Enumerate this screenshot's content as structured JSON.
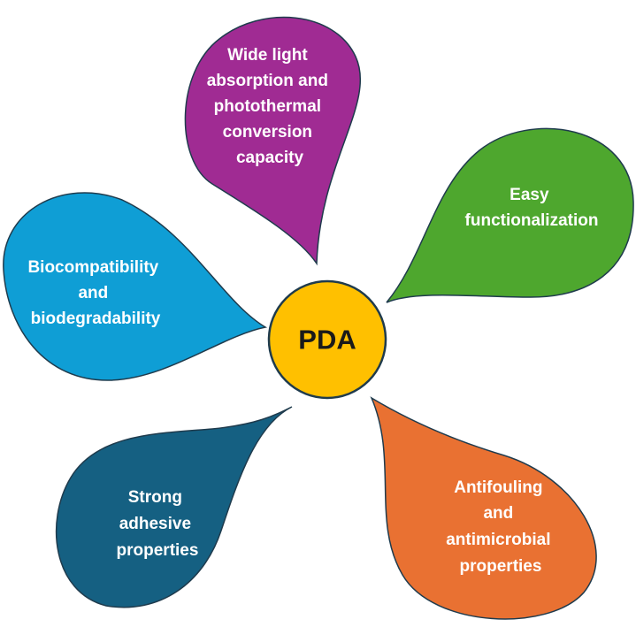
{
  "center": {
    "label": "PDA",
    "color": "#ffc000"
  },
  "petals": [
    {
      "id": "light-absorption",
      "color": "#a02b93",
      "lines": [
        "Wide light",
        "absorption and",
        "photothermal",
        "conversion",
        "capacity"
      ]
    },
    {
      "id": "functionalization",
      "color": "#4ea72e",
      "lines": [
        "Easy",
        "functionalization"
      ]
    },
    {
      "id": "antifouling",
      "color": "#e97132",
      "lines": [
        "Antifouling",
        "and",
        "antimicrobial",
        "properties"
      ]
    },
    {
      "id": "adhesive",
      "color": "#156082",
      "lines": [
        "Strong",
        "adhesive",
        "properties"
      ]
    },
    {
      "id": "biocompatibility",
      "color": "#0f9ed5",
      "lines": [
        "Biocompatibility",
        "and",
        "biodegradability"
      ]
    }
  ],
  "outline_color": "#1f3b4d"
}
